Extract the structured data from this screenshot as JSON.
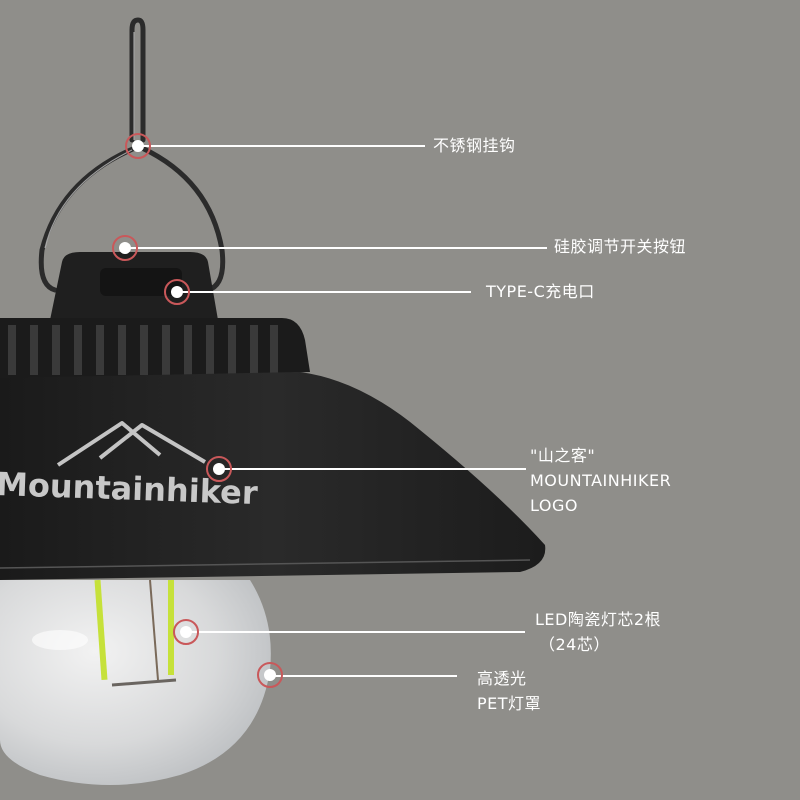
{
  "image": {
    "background_color": "#8f8e8a",
    "accent_marker_color": "#c9585a",
    "line_color": "#ffffff",
    "product": "hanging camping lantern",
    "brand_on_shade": "Mountainhiker"
  },
  "callouts": [
    {
      "id": "hook",
      "lines": [
        "不锈钢挂钩"
      ]
    },
    {
      "id": "switch",
      "lines": [
        "硅胶调节开关按钮"
      ]
    },
    {
      "id": "typec",
      "lines": [
        "TYPE-C充电口"
      ]
    },
    {
      "id": "logo",
      "lines": [
        "\"山之客\"",
        "MOUNTAINHIKER",
        "LOGO"
      ]
    },
    {
      "id": "led",
      "lines": [
        "LED陶瓷灯芯2根",
        "（24芯）"
      ]
    },
    {
      "id": "shade",
      "lines": [
        "高透光",
        "PET灯罩"
      ]
    }
  ]
}
